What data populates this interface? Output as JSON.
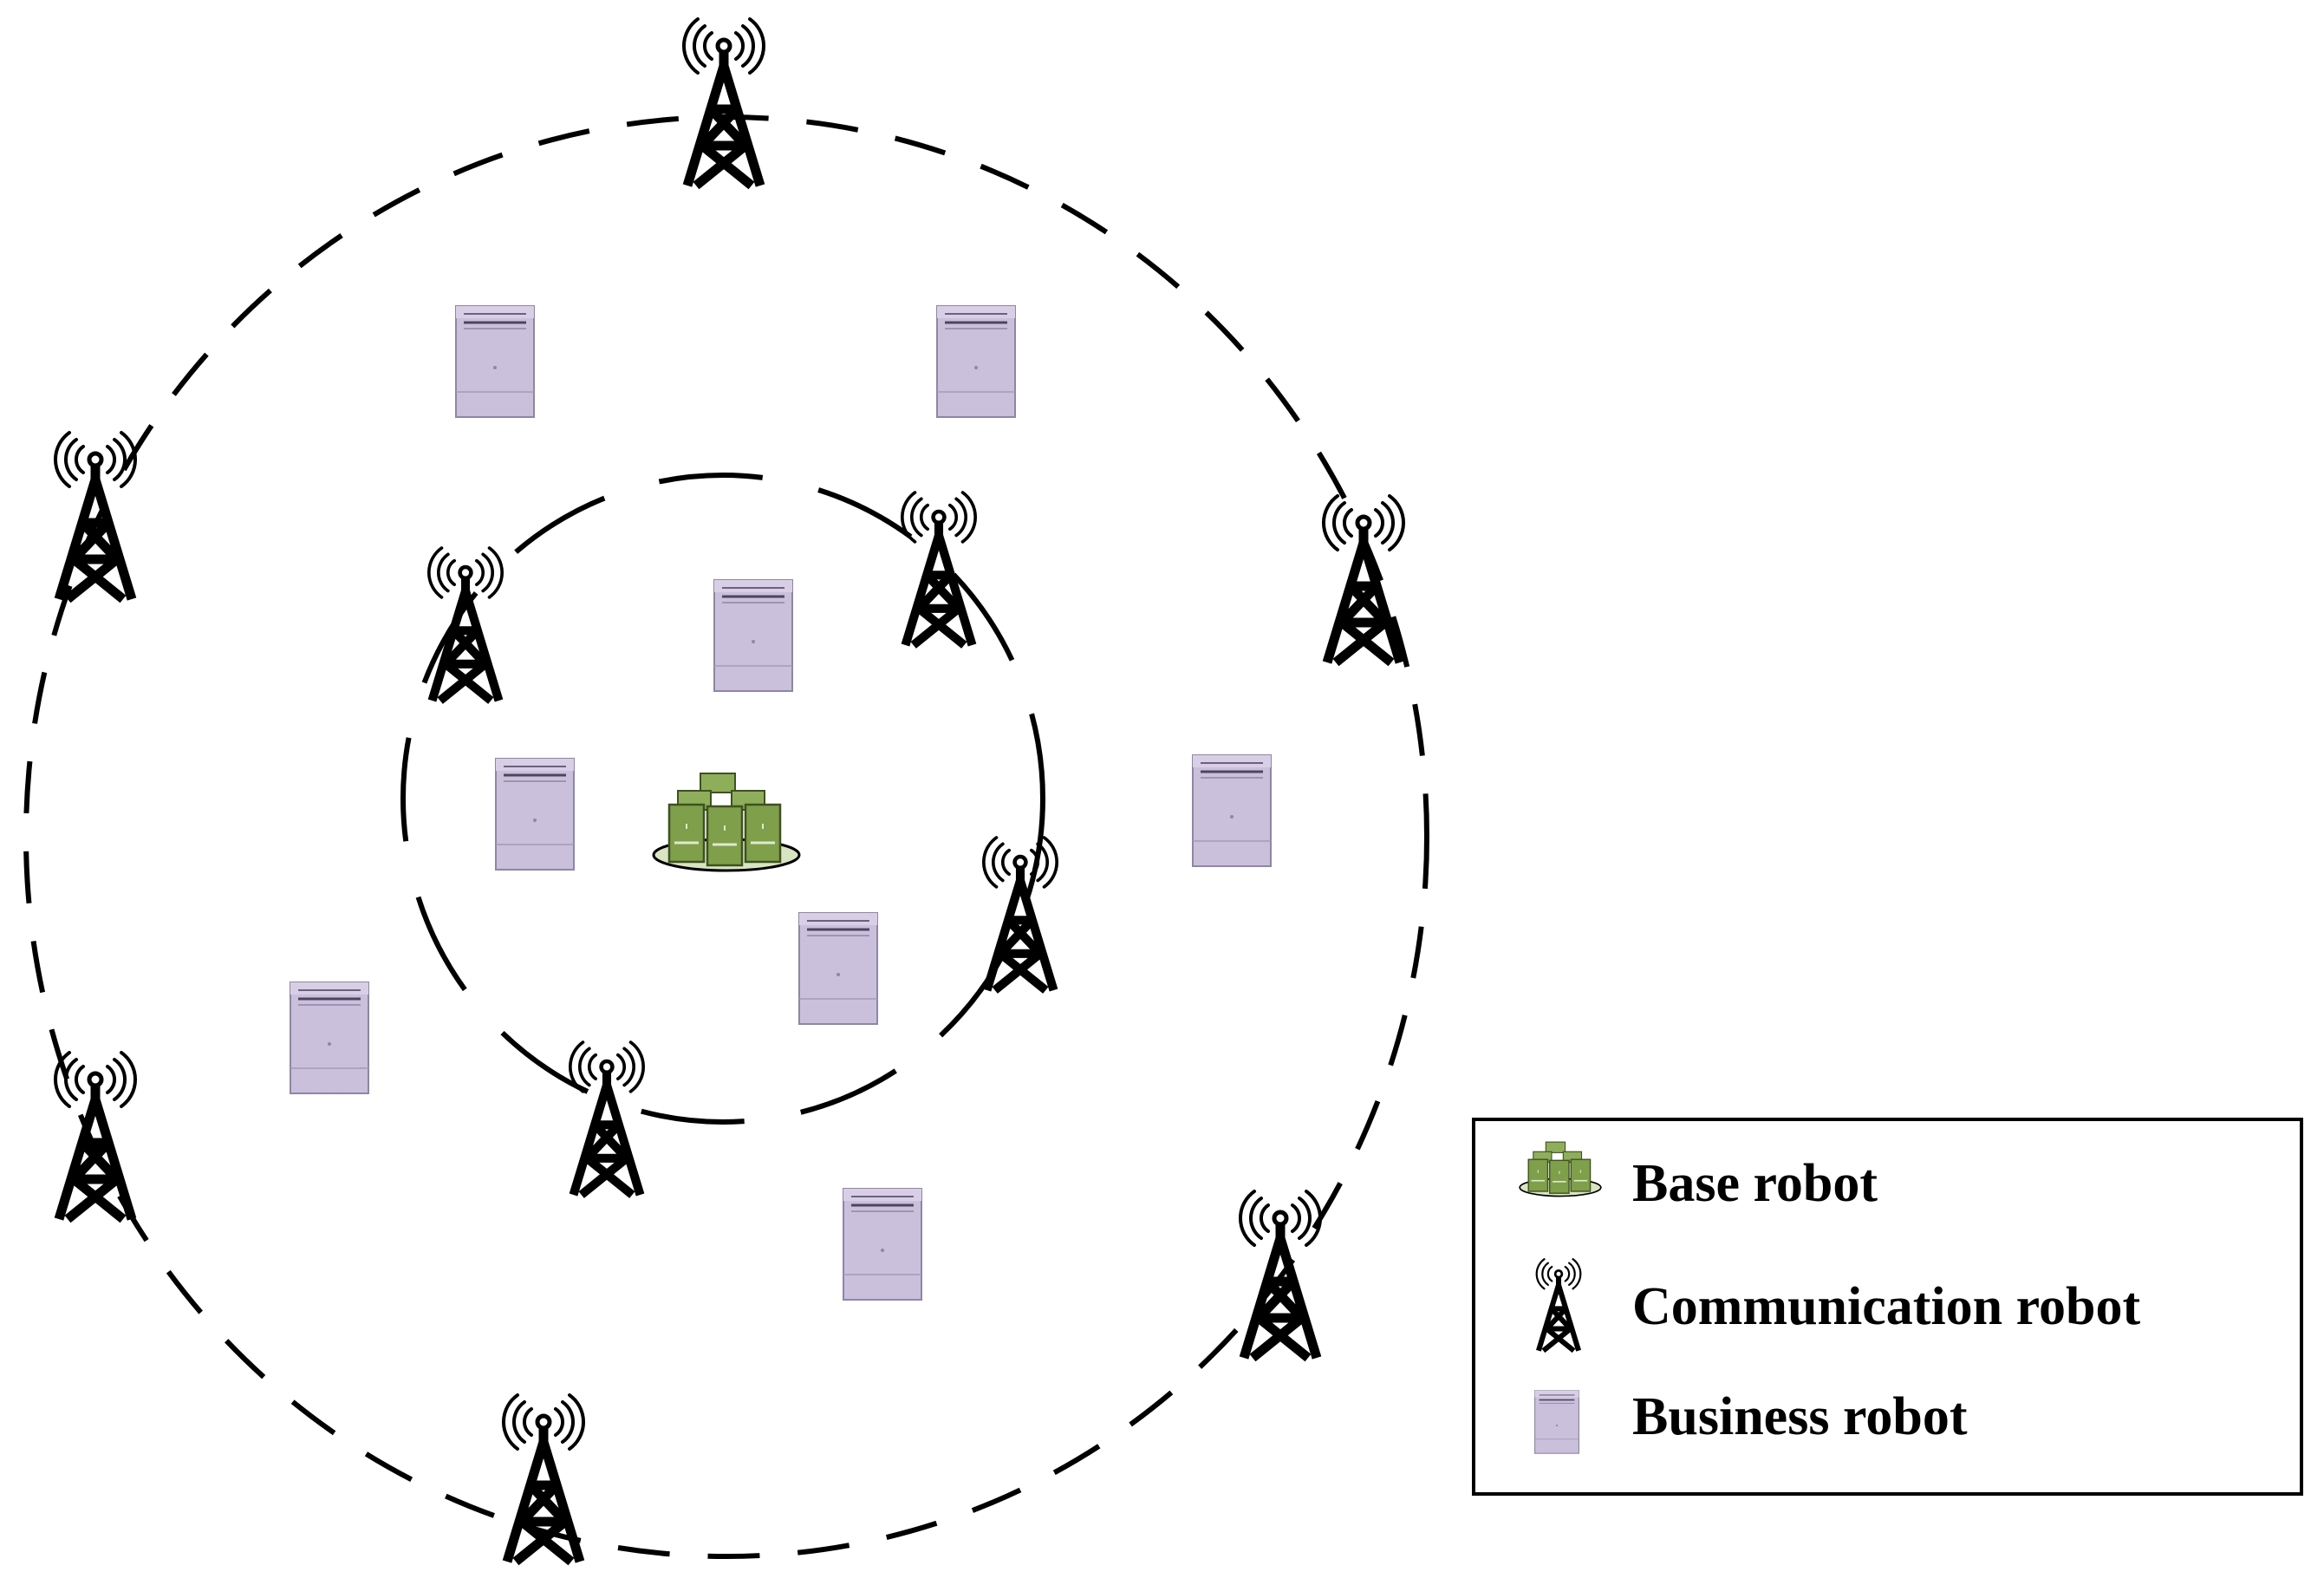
{
  "legend": {
    "items": [
      {
        "icon": "base-robot-icon",
        "label": "Base robot"
      },
      {
        "icon": "communication-tower-icon",
        "label": "Communication robot"
      },
      {
        "icon": "business-robot-icon",
        "label": "Business robot"
      }
    ]
  },
  "colors": {
    "business_fill": "#cbc0dc",
    "business_stroke": "#8f86a3",
    "base_fill": "#7f9f4b",
    "base_dark": "#546e2e",
    "ink": "#000000"
  }
}
